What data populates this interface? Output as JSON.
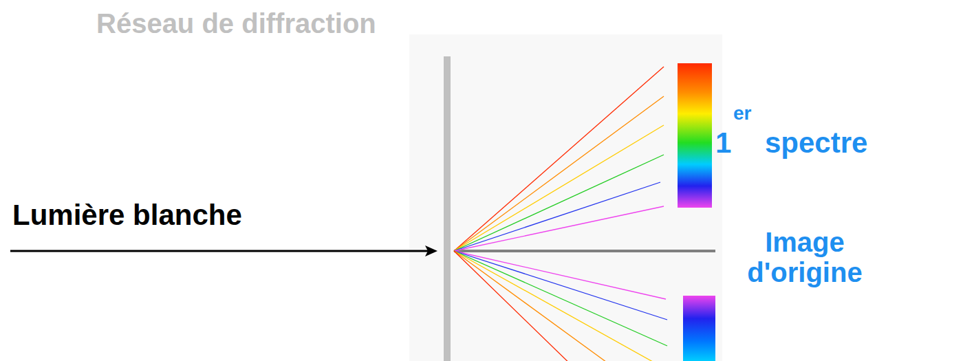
{
  "diagram": {
    "labels": [
      "Réseau de diffraction",
      "Lumière blanche",
      "1",
      "er",
      "spectre",
      "Image d'origine"
    ]
  }
}
